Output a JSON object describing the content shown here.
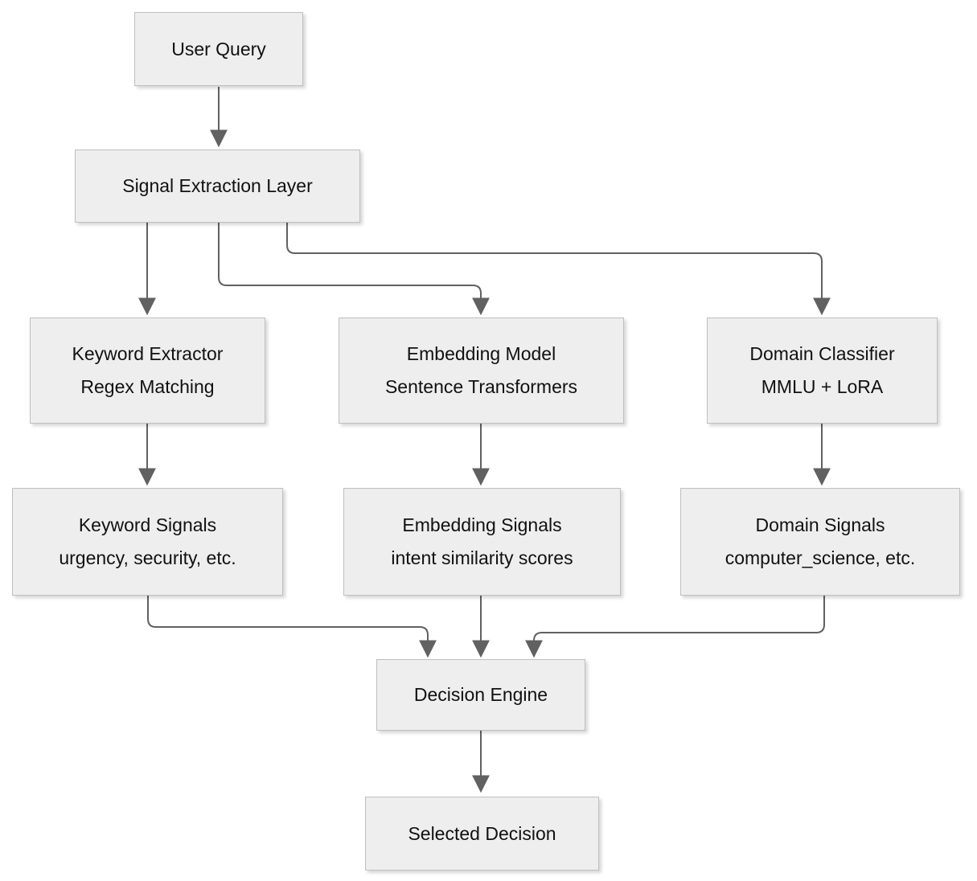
{
  "diagram": {
    "type": "flowchart",
    "colors": {
      "node_fill": "#eeeeee",
      "node_border": "#bfbfbf",
      "edge": "#616161",
      "text": "#111111"
    },
    "nodes": {
      "user_query": {
        "lines": [
          "User Query"
        ]
      },
      "signal_extraction": {
        "lines": [
          "Signal Extraction Layer"
        ]
      },
      "keyword_extractor": {
        "lines": [
          "Keyword Extractor",
          "Regex Matching"
        ]
      },
      "embedding_model": {
        "lines": [
          "Embedding Model",
          "Sentence Transformers"
        ]
      },
      "domain_classifier": {
        "lines": [
          "Domain Classifier",
          "MMLU + LoRA"
        ]
      },
      "keyword_signals": {
        "lines": [
          "Keyword Signals",
          "urgency, security, etc."
        ]
      },
      "embedding_signals": {
        "lines": [
          "Embedding Signals",
          "intent similarity scores"
        ]
      },
      "domain_signals": {
        "lines": [
          "Domain Signals",
          "computer_science, etc."
        ]
      },
      "decision_engine": {
        "lines": [
          "Decision Engine"
        ]
      },
      "selected_decision": {
        "lines": [
          "Selected Decision"
        ]
      }
    },
    "edges": [
      {
        "from": "user_query",
        "to": "signal_extraction"
      },
      {
        "from": "signal_extraction",
        "to": "keyword_extractor"
      },
      {
        "from": "signal_extraction",
        "to": "embedding_model"
      },
      {
        "from": "signal_extraction",
        "to": "domain_classifier"
      },
      {
        "from": "keyword_extractor",
        "to": "keyword_signals"
      },
      {
        "from": "embedding_model",
        "to": "embedding_signals"
      },
      {
        "from": "domain_classifier",
        "to": "domain_signals"
      },
      {
        "from": "keyword_signals",
        "to": "decision_engine"
      },
      {
        "from": "embedding_signals",
        "to": "decision_engine"
      },
      {
        "from": "domain_signals",
        "to": "decision_engine"
      },
      {
        "from": "decision_engine",
        "to": "selected_decision"
      }
    ]
  }
}
